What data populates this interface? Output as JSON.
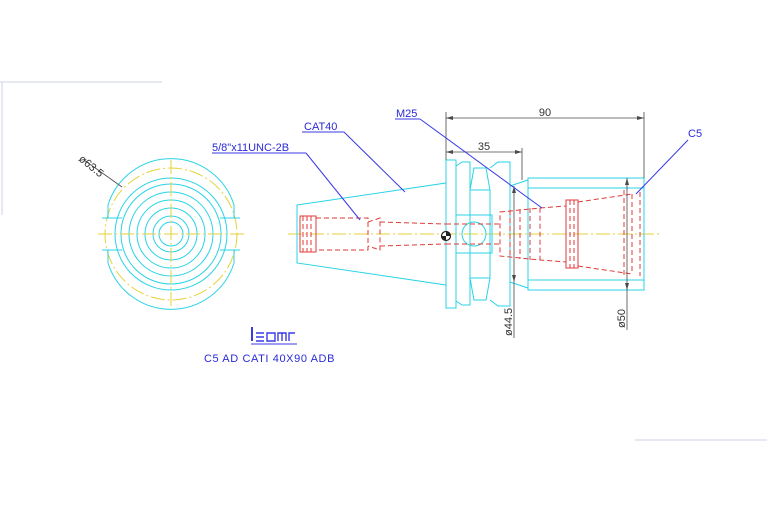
{
  "labels": {
    "dia_63_5": "ø63.5",
    "thread": "5/8\"x11UNC-2B",
    "cat40": "CAT40",
    "m25": "M25",
    "c5": "C5",
    "dim_90": "90",
    "dim_35": "35",
    "dia_44_5": "ø44.5",
    "dia_50": "ø50",
    "part_number": "C5 AD CATI 40X90 ADB",
    "logo": "iscar"
  },
  "colors": {
    "outline": "#29d3e6",
    "hidden": "#e23a3a",
    "centerline": "#e6d23a",
    "leader": "#3a3ae6",
    "dimension": "#4a4a4a"
  }
}
